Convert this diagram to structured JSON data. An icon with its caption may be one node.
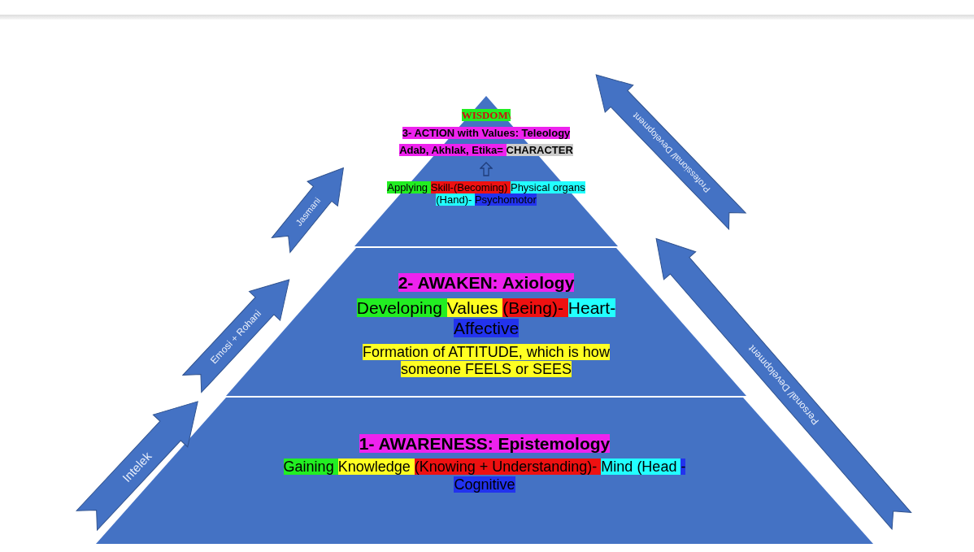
{
  "diagram": {
    "nodes": [
      {
        "text": [
          "WISDOM\\",
          "3- ACTION with Values: Teleology",
          "Adab, Akhlak, Etika= CHARACTER",
          "Applying Skill-(Becoming) Physical organs (Hand)- Psychomotor"
        ]
      },
      {
        "text": [
          "2- AWAKEN: Axiology",
          "Developing Values (Being)- Heart- Affective",
          "Formation of ATTITUDE, which is how someone FEELS or SEES"
        ]
      },
      {
        "text": [
          "1- AWARENESS: Epistemology",
          "Gaining Knowledge (Knowing + Understanding)- Mind (Head -Cognitive"
        ]
      }
    ],
    "labels": [
      "Intelek",
      "Emosi + Rohani",
      "Jasmani",
      "Professional/ Development",
      "Personal/ Development"
    ]
  }
}
